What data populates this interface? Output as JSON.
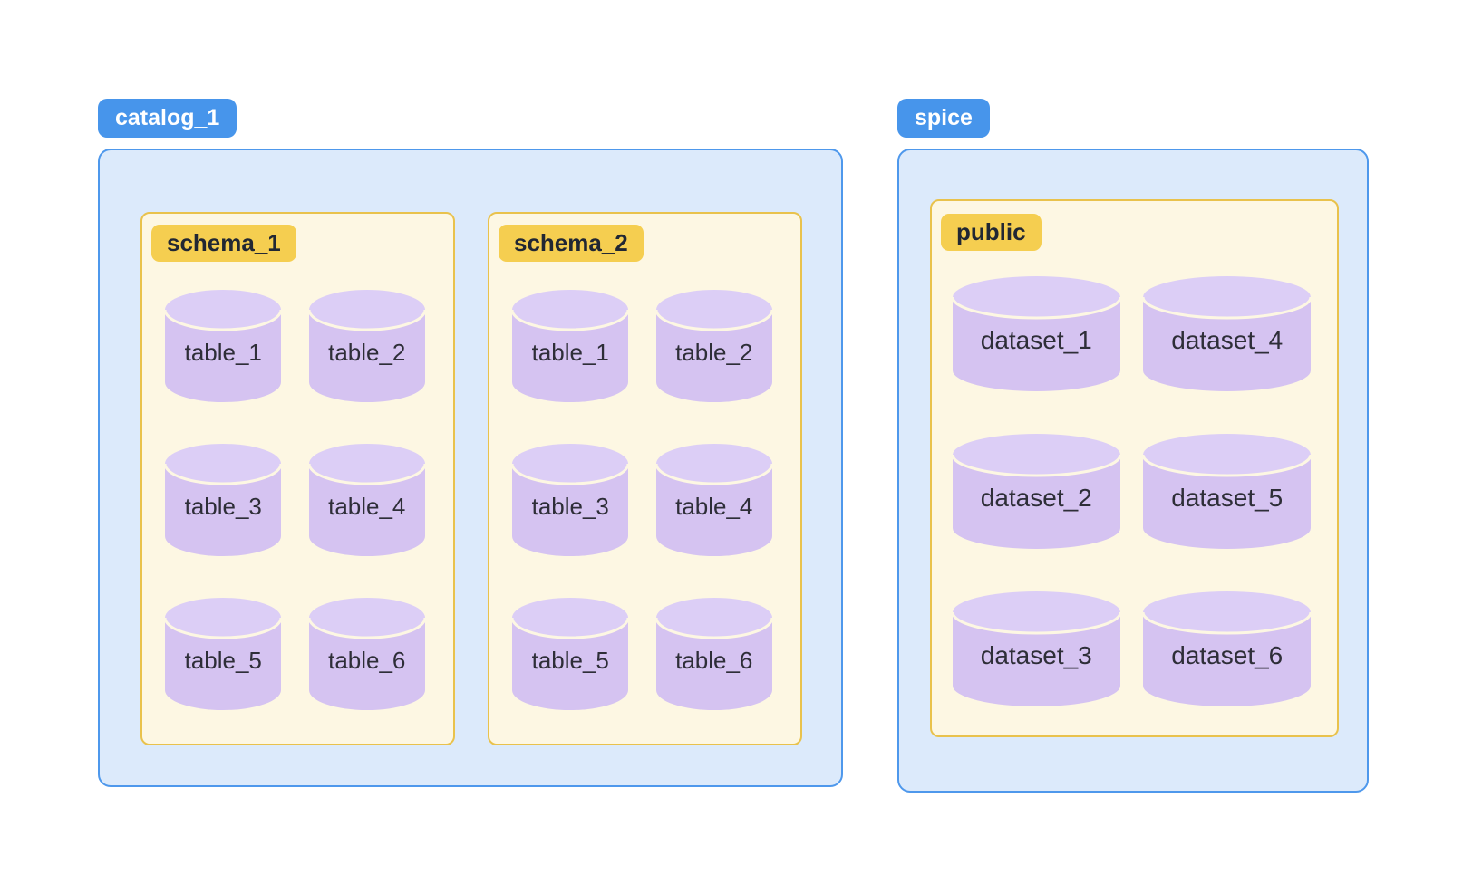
{
  "diagram": {
    "groups": [
      {
        "label": "catalog_1",
        "kind": "catalog",
        "schemas": [
          {
            "label": "schema_1",
            "items": [
              "table_1",
              "table_2",
              "table_3",
              "table_4",
              "table_5",
              "table_6"
            ]
          },
          {
            "label": "schema_2",
            "items": [
              "table_1",
              "table_2",
              "table_3",
              "table_4",
              "table_5",
              "table_6"
            ]
          }
        ]
      },
      {
        "label": "spice",
        "kind": "catalog",
        "schemas": [
          {
            "label": "public",
            "items": [
              "dataset_1",
              "dataset_4",
              "dataset_2",
              "dataset_5",
              "dataset_3",
              "dataset_6"
            ]
          }
        ]
      }
    ],
    "icons": {
      "item_shape": "database-cylinder-icon"
    },
    "colors": {
      "blue_pill": "#4795EB",
      "blue_border": "#4E98EC",
      "blue_fill": "#DCEAFB",
      "yellow_pill": "#F5CE50",
      "yellow_border": "#E9C24C",
      "cream_fill": "#FDF7E3",
      "cyl_top": "#DCCEF6",
      "cyl_body": "#D5C3F1",
      "text_dark": "#2E2E38"
    }
  }
}
